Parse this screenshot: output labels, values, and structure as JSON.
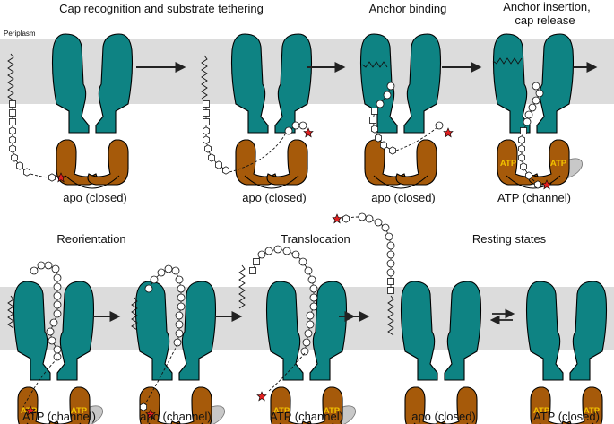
{
  "periplasm_label": "Periplasm",
  "colors": {
    "membrane": "#dcdcdc",
    "tm_domain": "#0e8383",
    "nbd": "#a65a0a",
    "accessory": "#c8c8c8",
    "cap_star": "#e02020"
  },
  "panels": [
    {
      "id": "p1",
      "state": "apo (closed)",
      "nbd_text": ""
    },
    {
      "id": "p2",
      "state": "apo (closed)",
      "nbd_text": ""
    },
    {
      "id": "p3",
      "state": "apo (closed)",
      "nbd_text": ""
    },
    {
      "id": "p4",
      "state": "ATP (channel)",
      "nbd_text": "ATP"
    },
    {
      "id": "p5",
      "state": "ATP (channel)",
      "nbd_text": "ATP"
    },
    {
      "id": "p6",
      "state": "apo (channel)",
      "nbd_text": ""
    },
    {
      "id": "p7",
      "state": "ATP (channel)",
      "nbd_text": "ATP"
    },
    {
      "id": "p8",
      "state": "apo (closed)",
      "nbd_text": ""
    },
    {
      "id": "p9",
      "state": "ATP (closed)",
      "nbd_text": "ATP"
    }
  ],
  "stages": {
    "cap_recognition": "Cap recognition and substrate tethering",
    "anchor_binding": "Anchor binding",
    "anchor_insertion_1": "Anchor insertion,",
    "anchor_insertion_2": "cap release",
    "reorientation": "Reorientation",
    "translocation": "Translocation",
    "resting_states": "Resting states"
  }
}
